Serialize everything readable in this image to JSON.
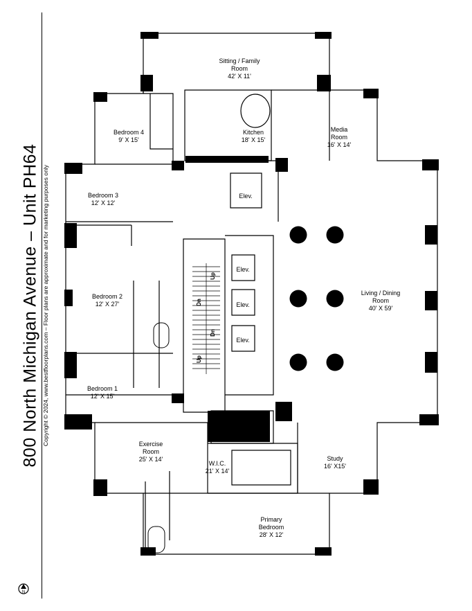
{
  "header": {
    "title": "800 North Michigan Avenue – Unit PH64",
    "copyright": "Copyright © 2024, www.bestfloorplans.com – Floor plans are approximate and for marketing purposes only"
  },
  "rooms": [
    {
      "key": "sitting",
      "name": "Sitting / Family",
      "name2": "Room",
      "dims": "42' X 11'"
    },
    {
      "key": "kitchen",
      "name": "Kitchen",
      "name2": "",
      "dims": "18' X 15'"
    },
    {
      "key": "media",
      "name": "Media",
      "name2": "Room",
      "dims": "16' X 14'"
    },
    {
      "key": "bedroom4",
      "name": "Bedroom 4",
      "name2": "",
      "dims": "9' X 15'"
    },
    {
      "key": "bedroom3",
      "name": "Bedroom 3",
      "name2": "",
      "dims": "12' X 12'"
    },
    {
      "key": "bedroom2",
      "name": "Bedroom 2",
      "name2": "",
      "dims": "12' X 27'"
    },
    {
      "key": "bedroom1",
      "name": "Bedroom 1",
      "name2": "",
      "dims": "12' X 15'"
    },
    {
      "key": "living",
      "name": "Living / Dining",
      "name2": "Room",
      "dims": "40' X 59'"
    },
    {
      "key": "exercise",
      "name": "Exercise",
      "name2": "Room",
      "dims": "25' X 14'"
    },
    {
      "key": "wic",
      "name": "W.I.C.",
      "name2": "",
      "dims": "21' X 14'"
    },
    {
      "key": "study",
      "name": "Study",
      "name2": "",
      "dims": "16' X15'"
    },
    {
      "key": "primary",
      "name": "Primary",
      "name2": "Bedroom",
      "dims": "28' X 12'"
    }
  ],
  "elevator_label": "Elev.",
  "stairs": {
    "up": "Up",
    "dn": "Dn"
  },
  "north_label": "N"
}
